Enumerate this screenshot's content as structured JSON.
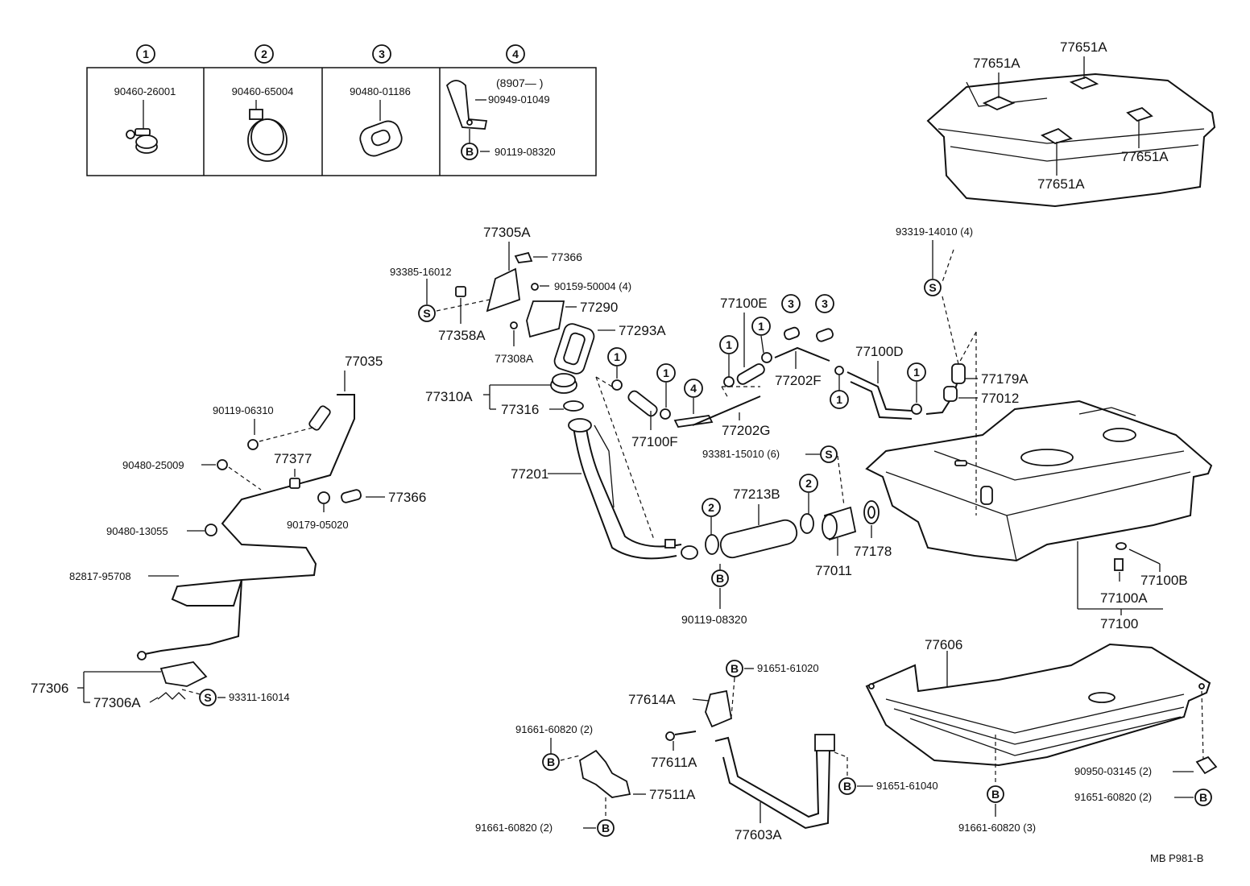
{
  "legend": {
    "columns": [
      {
        "number": "1",
        "part": "90460-26001"
      },
      {
        "number": "2",
        "part": "90460-65004"
      },
      {
        "number": "3",
        "part": "90480-01186"
      },
      {
        "number": "4",
        "date_code": "(8907—       )",
        "part": "90949-01049",
        "bolt_mark": "B",
        "bolt_part": "90119-08320"
      }
    ]
  },
  "tank_top": {
    "label_a": "77651A",
    "label_b": "77651A",
    "label_c": "77651A",
    "label_d": "77651A"
  },
  "parts": {
    "p77305A": "77305A",
    "p77366a": "77366",
    "p93385": "93385-16012",
    "p90159": "90159-50004 (4)",
    "p77290": "77290",
    "p77358A": "77358A",
    "p77293A": "77293A",
    "p77308A": "77308A",
    "p77310A": "77310A",
    "p77316": "77316",
    "p77201": "77201",
    "p77035": "77035",
    "p90119a": "90119-06310",
    "p90480a": "90480-25009",
    "p77377": "77377",
    "p77366b": "77366",
    "p90179": "90179-05020",
    "p90480b": "90480-13055",
    "p82817": "82817-95708",
    "p77306": "77306",
    "p77306A": "77306A",
    "p93311": "93311-16014",
    "p77100E": "77100E",
    "p77100F": "77100F",
    "p77202F": "77202F",
    "p77202G": "77202G",
    "p77100D": "77100D",
    "p93319": "93319-14010 (4)",
    "p77179A": "77179A",
    "p77012": "77012",
    "p93381": "93381-15010 (6)",
    "p77213B": "77213B",
    "p77011": "77011",
    "p77178": "77178",
    "p90119b": "90119-08320",
    "p77100B": "77100B",
    "p77100A": "77100A",
    "p77100": "77100",
    "p91651a": "91651-61020",
    "p77614A": "77614A",
    "p91661a": "91661-60820 (2)",
    "p77611A": "77611A",
    "p77511A": "77511A",
    "p91661b": "91661-60820 (2)",
    "p91651b": "91651-61040",
    "p77603A": "77603A",
    "p77606": "77606",
    "p90950": "90950-03145 (2)",
    "p91651c": "91651-60820 (2)",
    "p91661c": "91661-60820 (3)"
  },
  "marks": {
    "s": "S",
    "b": "B",
    "c1": "1",
    "c2": "2",
    "c3": "3",
    "c4": "4"
  },
  "footer": {
    "code": "MB  P981-B"
  }
}
